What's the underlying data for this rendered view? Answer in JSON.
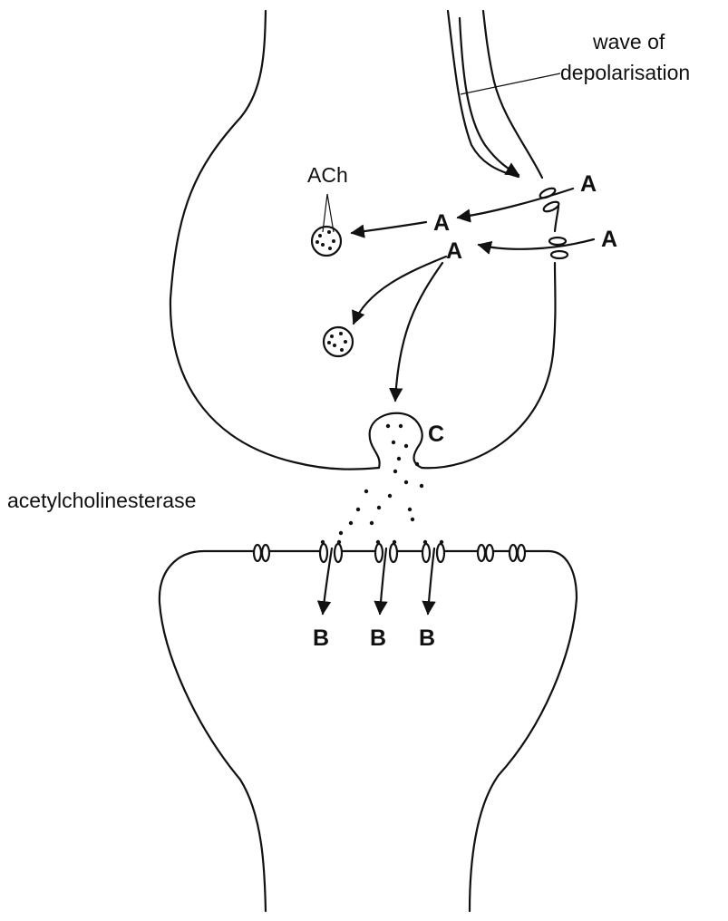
{
  "labels": {
    "wave_line1": "wave of",
    "wave_line2": "depolarisation",
    "ach": "ACh",
    "enzyme": "acetylcholinesterase",
    "a": "A",
    "b": "B",
    "c": "C"
  },
  "colors": {
    "stroke": "#111111",
    "background": "#ffffff"
  }
}
